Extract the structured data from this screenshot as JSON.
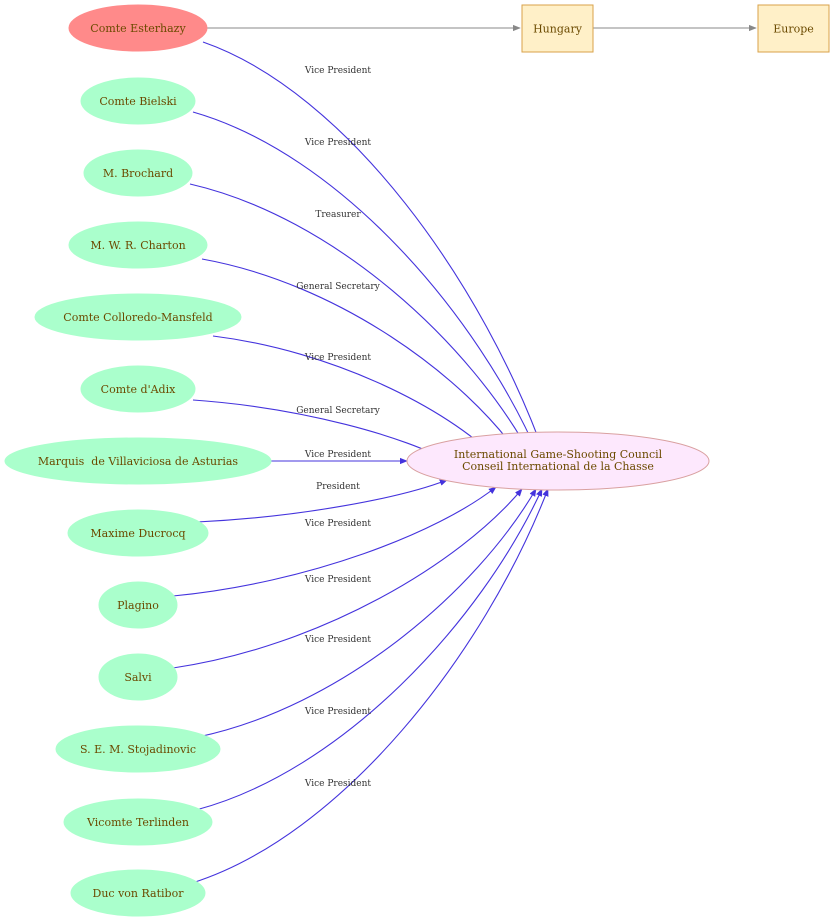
{
  "colors": {
    "person_fill": "#aaffcc",
    "highlight_fill": "#ff8a8a",
    "council_fill": "#fde8fd",
    "council_stroke": "#d9a0a0",
    "place_fill": "#fff0c8",
    "place_stroke": "#d8a24a",
    "role_edge": "#4433dd",
    "place_edge": "#888888",
    "label_text": "#6b4a00"
  },
  "council": {
    "line1": "International Game-Shooting Council",
    "line2": "Conseil International de la Chasse"
  },
  "places": [
    {
      "id": "hungary",
      "label": "Hungary"
    },
    {
      "id": "europe",
      "label": "Europe"
    }
  ],
  "people": [
    {
      "id": "esterhazy",
      "label": "Comte Esterhazy",
      "role": "Vice President",
      "highlight": true
    },
    {
      "id": "bielski",
      "label": "Comte Bielski",
      "role": "Vice President"
    },
    {
      "id": "brochard",
      "label": "M. Brochard",
      "role": "Treasurer"
    },
    {
      "id": "charton",
      "label": "M. W. R. Charton",
      "role": "General Secretary"
    },
    {
      "id": "colloredo",
      "label": "Comte Colloredo-Mansfeld",
      "role": "Vice President"
    },
    {
      "id": "adix",
      "label": "Comte d'Adix",
      "role": "General Secretary"
    },
    {
      "id": "villaviciosa",
      "label": "Marquis  de Villaviciosa de Asturias",
      "role": "Vice President"
    },
    {
      "id": "ducrocq",
      "label": "Maxime Ducrocq",
      "role": "President"
    },
    {
      "id": "plagino",
      "label": "Plagino",
      "role": "Vice President"
    },
    {
      "id": "salvi",
      "label": "Salvi",
      "role": "Vice President"
    },
    {
      "id": "stojadinovic",
      "label": "S. E. M. Stojadinovic",
      "role": "Vice President"
    },
    {
      "id": "terlinden",
      "label": "Vicomte Terlinden",
      "role": "Vice President"
    },
    {
      "id": "ratibor",
      "label": "Duc von Ratibor",
      "role": "Vice President"
    }
  ]
}
